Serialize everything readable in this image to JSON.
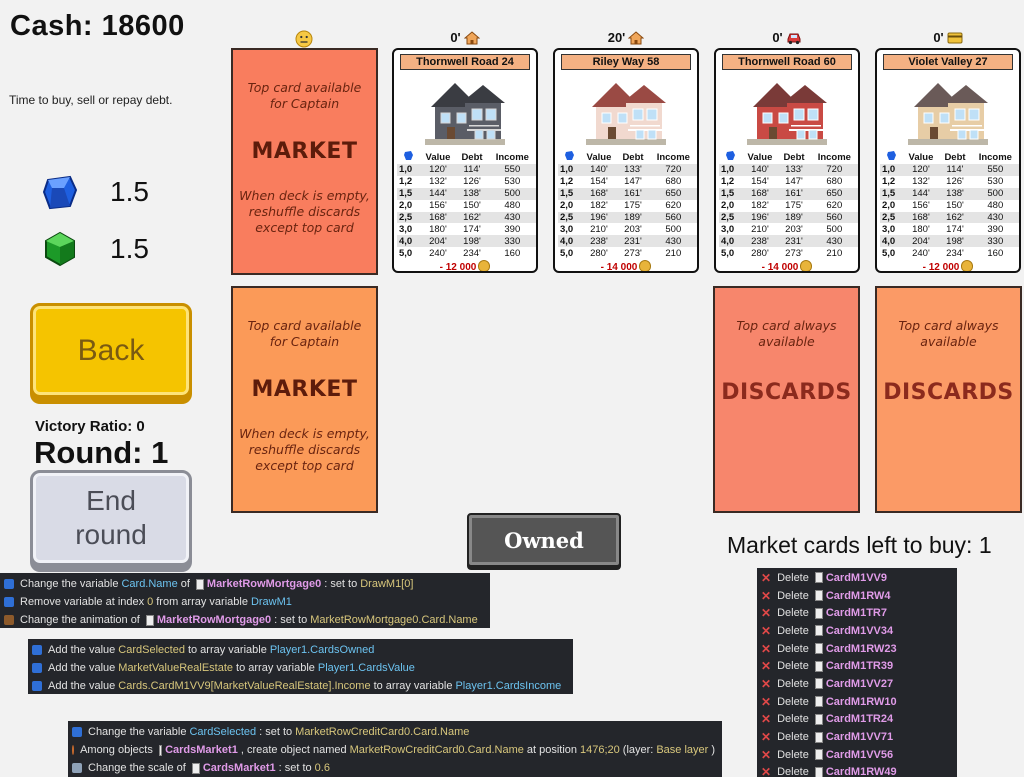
{
  "hud": {
    "cash": "Cash: 18600",
    "hint": "Time to buy, sell or repay debt.",
    "blue_ratio": "1.5",
    "green_ratio": "1.5",
    "back_label": "Back",
    "victory": "Victory Ratio: 0",
    "round": "Round: 1",
    "end_line1": "End",
    "end_line2": "round"
  },
  "decks": {
    "market_top": "Top card available for Captain",
    "market_title": "MARKET",
    "market_bottom": "When deck is empty, reshuffle discards except top card",
    "discards_top": "Top card always available",
    "discards_title": "DISCARDS"
  },
  "card_headers": [
    "0'",
    "20'",
    "0'",
    "0'"
  ],
  "table_cols": [
    "Value",
    "Debt",
    "Income"
  ],
  "cards": [
    {
      "name": "Thornwell Road 24",
      "price": "- 12 000",
      "rows": [
        [
          "1,0",
          "120'",
          "114'",
          "550"
        ],
        [
          "1,2",
          "132'",
          "126'",
          "530"
        ],
        [
          "1,5",
          "144'",
          "138'",
          "500"
        ],
        [
          "2,0",
          "156'",
          "150'",
          "480"
        ],
        [
          "2,5",
          "168'",
          "162'",
          "430"
        ],
        [
          "3,0",
          "180'",
          "174'",
          "390"
        ],
        [
          "4,0",
          "204'",
          "198'",
          "330"
        ],
        [
          "5,0",
          "240'",
          "234'",
          "160"
        ]
      ]
    },
    {
      "name": "Riley Way 58",
      "price": "- 14 000",
      "rows": [
        [
          "1,0",
          "140'",
          "133'",
          "720"
        ],
        [
          "1,2",
          "154'",
          "147'",
          "680"
        ],
        [
          "1,5",
          "168'",
          "161'",
          "650"
        ],
        [
          "2,0",
          "182'",
          "175'",
          "620"
        ],
        [
          "2,5",
          "196'",
          "189'",
          "560"
        ],
        [
          "3,0",
          "210'",
          "203'",
          "500"
        ],
        [
          "4,0",
          "238'",
          "231'",
          "430"
        ],
        [
          "5,0",
          "280'",
          "273'",
          "210"
        ]
      ]
    },
    {
      "name": "Thornwell Road 60",
      "price": "- 14 000",
      "rows": [
        [
          "1,0",
          "140'",
          "133'",
          "720"
        ],
        [
          "1,2",
          "154'",
          "147'",
          "680"
        ],
        [
          "1,5",
          "168'",
          "161'",
          "650"
        ],
        [
          "2,0",
          "182'",
          "175'",
          "620"
        ],
        [
          "2,5",
          "196'",
          "189'",
          "560"
        ],
        [
          "3,0",
          "210'",
          "203'",
          "500"
        ],
        [
          "4,0",
          "238'",
          "231'",
          "430"
        ],
        [
          "5,0",
          "280'",
          "273'",
          "210"
        ]
      ]
    },
    {
      "name": "Violet Valley 27",
      "price": "- 12 000",
      "rows": [
        [
          "1,0",
          "120'",
          "114'",
          "550"
        ],
        [
          "1,2",
          "132'",
          "126'",
          "530"
        ],
        [
          "1,5",
          "144'",
          "138'",
          "500"
        ],
        [
          "2,0",
          "156'",
          "150'",
          "480"
        ],
        [
          "2,5",
          "168'",
          "162'",
          "430"
        ],
        [
          "3,0",
          "180'",
          "174'",
          "390"
        ],
        [
          "4,0",
          "204'",
          "198'",
          "330"
        ],
        [
          "5,0",
          "240'",
          "234'",
          "160"
        ]
      ]
    }
  ],
  "owned_label": "Owned",
  "cards_left": "Market cards left to buy: 1",
  "events": {
    "block1": [
      {
        "icon": "var",
        "parts": [
          [
            "k",
            "Change the variable"
          ],
          [
            "v",
            "Card.Name"
          ],
          [
            "k",
            "of"
          ],
          [
            "o",
            "MarketRowMortgage0"
          ],
          [
            "k",
            ": set to"
          ],
          [
            "y",
            "DrawM1[0]"
          ]
        ]
      },
      {
        "icon": "var",
        "parts": [
          [
            "k",
            "Remove variable at index"
          ],
          [
            "y",
            "0"
          ],
          [
            "k",
            "from array variable"
          ],
          [
            "v",
            "DrawM1"
          ]
        ]
      },
      {
        "icon": "anim",
        "parts": [
          [
            "k",
            "Change the animation of"
          ],
          [
            "o",
            "MarketRowMortgage0"
          ],
          [
            "k",
            ": set to"
          ],
          [
            "y",
            "MarketRowMortgage0.Card.Name"
          ]
        ]
      }
    ],
    "block2": [
      {
        "icon": "var",
        "parts": [
          [
            "k",
            "Add the value"
          ],
          [
            "y",
            "CardSelected"
          ],
          [
            "k",
            "to array variable"
          ],
          [
            "v",
            "Player1.CardsOwned"
          ]
        ]
      },
      {
        "icon": "var",
        "parts": [
          [
            "k",
            "Add the value"
          ],
          [
            "y",
            "MarketValueRealEstate"
          ],
          [
            "k",
            "to array variable"
          ],
          [
            "v",
            "Player1.CardsValue"
          ]
        ]
      },
      {
        "icon": "var",
        "parts": [
          [
            "k",
            "Add the value"
          ],
          [
            "y",
            "Cards.CardM1VV9[MarketValueRealEstate].Income"
          ],
          [
            "k",
            "to array variable"
          ],
          [
            "v",
            "Player1.CardsIncome"
          ]
        ]
      }
    ],
    "block3": [
      {
        "icon": "var",
        "parts": [
          [
            "k",
            "Change the variable"
          ],
          [
            "v",
            "CardSelected"
          ],
          [
            "k",
            ": set to"
          ],
          [
            "y",
            "MarketRowCreditCard0.Card.Name"
          ]
        ]
      },
      {
        "icon": "obj",
        "parts": [
          [
            "k",
            "Among objects"
          ],
          [
            "o",
            "CardsMarket1"
          ],
          [
            "k",
            ", create object named"
          ],
          [
            "y",
            "MarketRowCreditCard0.Card.Name"
          ],
          [
            "k",
            "at position"
          ],
          [
            "y",
            "1476;20"
          ],
          [
            "k",
            "(layer:"
          ],
          [
            "y",
            "Base layer"
          ],
          [
            "k",
            ")"
          ]
        ]
      },
      {
        "icon": "scale",
        "parts": [
          [
            "k",
            "Change the scale of"
          ],
          [
            "o",
            "CardsMarket1"
          ],
          [
            "k",
            ": set to"
          ],
          [
            "y",
            "0.6"
          ]
        ]
      }
    ],
    "delete_label": "Delete",
    "deletes": [
      "CardM1VV9",
      "CardM1RW4",
      "CardM1TR7",
      "CardM1VV34",
      "CardM1RW23",
      "CardM1TR39",
      "CardM1VV27",
      "CardM1RW10",
      "CardM1TR24",
      "CardM1VV71",
      "CardM1VV56",
      "CardM1RW49"
    ]
  },
  "colors": {
    "market_red": "#f97d5e",
    "market_orange": "#fb9a58",
    "discards": "#f7866c",
    "card_name_bg": "#f4b183",
    "price_red": "#c00000"
  }
}
